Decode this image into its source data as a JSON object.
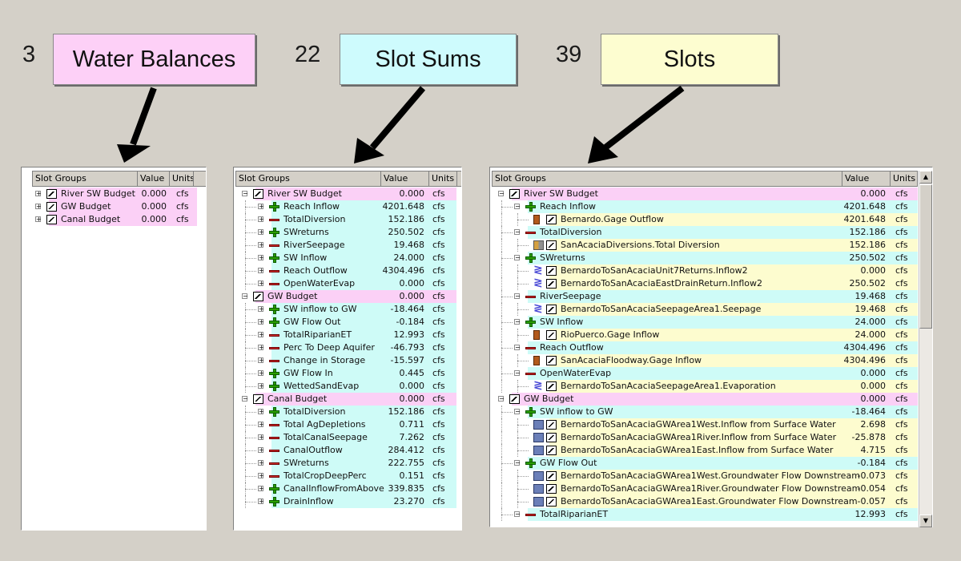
{
  "labels": [
    {
      "count": "3",
      "text": "Water Balances",
      "color": "#fdd0f7"
    },
    {
      "count": "22",
      "text": "Slot Sums",
      "color": "#cefbfd"
    },
    {
      "count": "39",
      "text": "Slots",
      "color": "#fdfdd0"
    }
  ],
  "columns": {
    "group": "Slot Groups",
    "value": "Value",
    "units": "Units"
  },
  "colors": {
    "balance": "#fbd0f6",
    "sum": "#cefbf7",
    "slot": "#fdfccf",
    "background": "#d4d0c8"
  },
  "panel1": [
    {
      "icon": "chart",
      "name": "River SW Budget",
      "value": "0.000",
      "units": "cfs"
    },
    {
      "icon": "chart",
      "name": "GW Budget",
      "value": "0.000",
      "units": "cfs"
    },
    {
      "icon": "chart",
      "name": "Canal Budget",
      "value": "0.000",
      "units": "cfs"
    }
  ],
  "panel2": [
    {
      "level": 0,
      "icon": "chart",
      "name": "River SW Budget",
      "value": "0.000",
      "units": "cfs"
    },
    {
      "level": 1,
      "icon": "plus",
      "name": "Reach Inflow",
      "value": "4201.648",
      "units": "cfs"
    },
    {
      "level": 1,
      "icon": "minus",
      "name": "TotalDiversion",
      "value": "152.186",
      "units": "cfs"
    },
    {
      "level": 1,
      "icon": "plus",
      "name": "SWreturns",
      "value": "250.502",
      "units": "cfs"
    },
    {
      "level": 1,
      "icon": "minus",
      "name": "RiverSeepage",
      "value": "19.468",
      "units": "cfs"
    },
    {
      "level": 1,
      "icon": "plus",
      "name": "SW Inflow",
      "value": "24.000",
      "units": "cfs"
    },
    {
      "level": 1,
      "icon": "minus",
      "name": "Reach Outflow",
      "value": "4304.496",
      "units": "cfs"
    },
    {
      "level": 1,
      "icon": "minus",
      "name": "OpenWaterEvap",
      "value": "0.000",
      "units": "cfs"
    },
    {
      "level": 0,
      "icon": "chart",
      "name": "GW Budget",
      "value": "0.000",
      "units": "cfs"
    },
    {
      "level": 1,
      "icon": "plus",
      "name": "SW inflow to GW",
      "value": "-18.464",
      "units": "cfs"
    },
    {
      "level": 1,
      "icon": "plus",
      "name": "GW Flow Out",
      "value": "-0.184",
      "units": "cfs"
    },
    {
      "level": 1,
      "icon": "minus",
      "name": "TotalRiparianET",
      "value": "12.993",
      "units": "cfs"
    },
    {
      "level": 1,
      "icon": "minus",
      "name": "Perc To Deep Aquifer",
      "value": "-46.793",
      "units": "cfs"
    },
    {
      "level": 1,
      "icon": "minus",
      "name": "Change in Storage",
      "value": "-15.597",
      "units": "cfs"
    },
    {
      "level": 1,
      "icon": "plus",
      "name": "GW Flow In",
      "value": "0.445",
      "units": "cfs"
    },
    {
      "level": 1,
      "icon": "plus",
      "name": "WettedSandEvap",
      "value": "0.000",
      "units": "cfs"
    },
    {
      "level": 0,
      "icon": "chart",
      "name": "Canal Budget",
      "value": "0.000",
      "units": "cfs"
    },
    {
      "level": 1,
      "icon": "plus",
      "name": "TotalDiversion",
      "value": "152.186",
      "units": "cfs"
    },
    {
      "level": 1,
      "icon": "minus",
      "name": "Total AgDepletions",
      "value": "0.711",
      "units": "cfs"
    },
    {
      "level": 1,
      "icon": "minus",
      "name": "TotalCanalSeepage",
      "value": "7.262",
      "units": "cfs"
    },
    {
      "level": 1,
      "icon": "minus",
      "name": "CanalOutflow",
      "value": "284.412",
      "units": "cfs"
    },
    {
      "level": 1,
      "icon": "minus",
      "name": "SWreturns",
      "value": "222.755",
      "units": "cfs"
    },
    {
      "level": 1,
      "icon": "minus",
      "name": "TotalCropDeepPerc",
      "value": "0.151",
      "units": "cfs"
    },
    {
      "level": 1,
      "icon": "plus",
      "name": "CanalInflowFromAbove",
      "value": "339.835",
      "units": "cfs"
    },
    {
      "level": 1,
      "icon": "plus",
      "name": "DrainInflow",
      "value": "23.270",
      "units": "cfs"
    }
  ],
  "panel3": [
    {
      "level": 0,
      "icon": "chart",
      "name": "River SW Budget",
      "value": "0.000",
      "units": "cfs"
    },
    {
      "level": 1,
      "icon": "plus",
      "name": "Reach Inflow",
      "value": "4201.648",
      "units": "cfs"
    },
    {
      "level": 2,
      "icon": "res",
      "name": "Bernardo.Gage Outflow",
      "value": "4201.648",
      "units": "cfs"
    },
    {
      "level": 1,
      "icon": "minus",
      "name": "TotalDiversion",
      "value": "152.186",
      "units": "cfs"
    },
    {
      "level": 2,
      "icon": "div",
      "name": "SanAcaciaDiversions.Total Diversion",
      "value": "152.186",
      "units": "cfs"
    },
    {
      "level": 1,
      "icon": "plus",
      "name": "SWreturns",
      "value": "250.502",
      "units": "cfs"
    },
    {
      "level": 2,
      "icon": "wave",
      "name": "BernardoToSanAcaciaUnit7Returns.Inflow2",
      "value": "0.000",
      "units": "cfs"
    },
    {
      "level": 2,
      "icon": "wave",
      "name": "BernardoToSanAcaciaEastDrainReturn.Inflow2",
      "value": "250.502",
      "units": "cfs"
    },
    {
      "level": 1,
      "icon": "minus",
      "name": "RiverSeepage",
      "value": "19.468",
      "units": "cfs"
    },
    {
      "level": 2,
      "icon": "wave",
      "name": "BernardoToSanAcaciaSeepageArea1.Seepage",
      "value": "19.468",
      "units": "cfs"
    },
    {
      "level": 1,
      "icon": "plus",
      "name": "SW Inflow",
      "value": "24.000",
      "units": "cfs"
    },
    {
      "level": 2,
      "icon": "res",
      "name": "RioPuerco.Gage Inflow",
      "value": "24.000",
      "units": "cfs"
    },
    {
      "level": 1,
      "icon": "minus",
      "name": "Reach Outflow",
      "value": "4304.496",
      "units": "cfs"
    },
    {
      "level": 2,
      "icon": "res",
      "name": "SanAcaciaFloodway.Gage Inflow",
      "value": "4304.496",
      "units": "cfs"
    },
    {
      "level": 1,
      "icon": "minus",
      "name": "OpenWaterEvap",
      "value": "0.000",
      "units": "cfs"
    },
    {
      "level": 2,
      "icon": "wave",
      "name": "BernardoToSanAcaciaSeepageArea1.Evaporation",
      "value": "0.000",
      "units": "cfs"
    },
    {
      "level": 0,
      "icon": "chart",
      "name": "GW Budget",
      "value": "0.000",
      "units": "cfs"
    },
    {
      "level": 1,
      "icon": "plus",
      "name": "SW inflow to GW",
      "value": "-18.464",
      "units": "cfs"
    },
    {
      "level": 2,
      "icon": "gw",
      "name": "BernardoToSanAcaciaGWArea1West.Inflow from Surface Water",
      "value": "2.698",
      "units": "cfs"
    },
    {
      "level": 2,
      "icon": "gw",
      "name": "BernardoToSanAcaciaGWArea1River.Inflow from Surface Water",
      "value": "-25.878",
      "units": "cfs"
    },
    {
      "level": 2,
      "icon": "gw",
      "name": "BernardoToSanAcaciaGWArea1East.Inflow from Surface Water",
      "value": "4.715",
      "units": "cfs"
    },
    {
      "level": 1,
      "icon": "plus",
      "name": "GW Flow Out",
      "value": "-0.184",
      "units": "cfs"
    },
    {
      "level": 2,
      "icon": "gw",
      "name": "BernardoToSanAcaciaGWArea1West.Groundwater Flow Downstream",
      "value": "-0.073",
      "units": "cfs"
    },
    {
      "level": 2,
      "icon": "gw",
      "name": "BernardoToSanAcaciaGWArea1River.Groundwater Flow Downstream",
      "value": "-0.054",
      "units": "cfs"
    },
    {
      "level": 2,
      "icon": "gw",
      "name": "BernardoToSanAcaciaGWArea1East.Groundwater Flow Downstream",
      "value": "-0.057",
      "units": "cfs"
    },
    {
      "level": 1,
      "icon": "minus",
      "name": "TotalRiparianET",
      "value": "12.993",
      "units": "cfs"
    }
  ]
}
